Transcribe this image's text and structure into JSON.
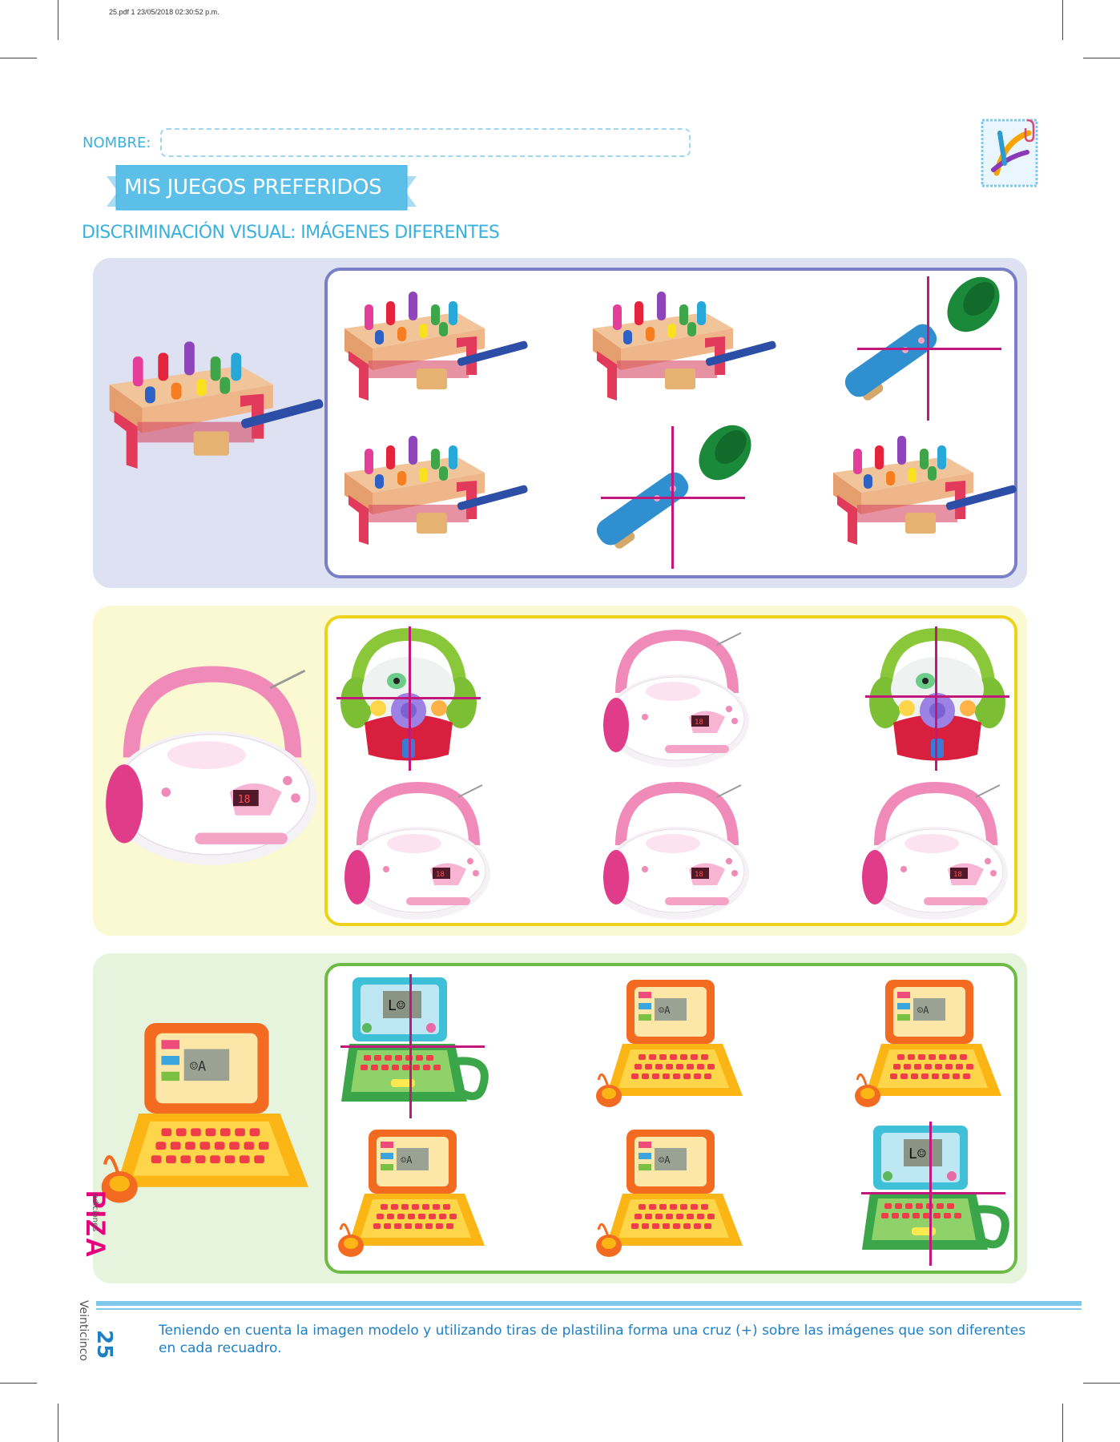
{
  "print_info": "25.pdf   1   23/05/2018   02:30:52 p.m.",
  "header": {
    "name_label": "NOMBRE:",
    "title": "MIS JUEGOS PREFERIDOS",
    "subtitle": "DISCRIMINACIÓN VISUAL: IMÁGENES DIFERENTES"
  },
  "sections": [
    {
      "model": "peg-bench",
      "bg": "#dde1f2",
      "border": "#7b7fc6",
      "items": [
        "peg-bench",
        "peg-bench",
        "trumpet-crossed",
        "peg-bench",
        "trumpet-crossed",
        "peg-bench"
      ]
    },
    {
      "model": "radio",
      "bg": "#fbf9d1",
      "border": "#ecd219",
      "items": [
        "headphones-crossed",
        "radio",
        "headphones-crossed",
        "radio",
        "radio",
        "radio"
      ]
    },
    {
      "model": "laptop",
      "bg": "#e7f4dd",
      "border": "#6dbb45",
      "items": [
        "green-laptop-crossed",
        "laptop",
        "laptop",
        "laptop",
        "laptop",
        "green-laptop-crossed"
      ]
    }
  ],
  "footer": {
    "instructions": "Teniendo en cuenta la imagen modelo y utilizando tiras de plastilina forma una cruz (+) sobre las imágenes que son diferentes en cada recuadro.",
    "page_number": "25",
    "page_word": "Veinticinco",
    "brand": "PIZA",
    "brand_sub": "ediciones"
  },
  "colors": {
    "accent": "#39b1df",
    "instructions": "#1f7fc3",
    "cross": "#c2177b",
    "brand": "#e6007e"
  }
}
